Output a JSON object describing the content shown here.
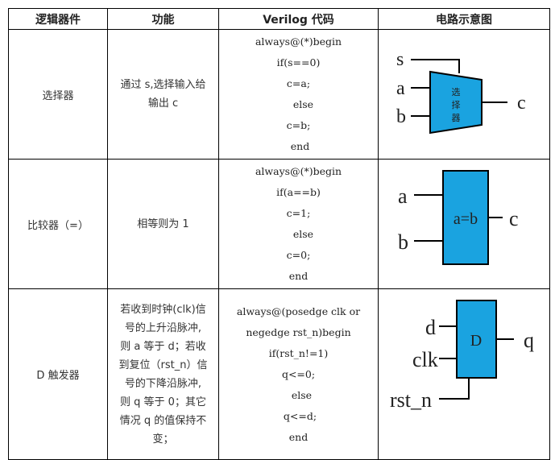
{
  "headers": [
    "逻辑器件",
    "功能",
    "Verilog 代码",
    "电路示意图"
  ],
  "rows": [
    {
      "component": "选择器",
      "function": [
        "通过 s,选择输入给",
        "输出 c"
      ],
      "code": [
        "always@(*)begin",
        "if(s==0)",
        "c=a;",
        "   else",
        "c=b;",
        " end"
      ],
      "diagram": {
        "inputs": [
          "s",
          "a",
          "b"
        ],
        "output": "c",
        "block_label": [
          "选",
          "择",
          "器"
        ]
      }
    },
    {
      "component": "比较器（=）",
      "function": [
        "相等则为 1"
      ],
      "code": [
        "always@(*)begin",
        "if(a==b)",
        "c=1;",
        "   else",
        "c=0;",
        "end"
      ],
      "diagram": {
        "inputs": [
          "a",
          "b"
        ],
        "output": "c",
        "block_label": "a=b"
      }
    },
    {
      "component": "D 触发器",
      "function": [
        "若收到时钟(clk)信",
        "号的上升沿脉冲,",
        "则 a 等于 d；若收",
        "到复位（rst_n）信",
        "号的下降沿脉冲,",
        "则 q 等于 0；其它",
        "情况 q 的值保持不",
        "变；"
      ],
      "code": [
        "always@(posedge clk or",
        "negedge rst_n)begin",
        "if(rst_n!=1)",
        "q<=0;",
        "  else",
        " q<=d;",
        "end"
      ],
      "diagram": {
        "inputs": [
          "d",
          "clk",
          "rst_n"
        ],
        "output": "q",
        "block_label": "D"
      }
    }
  ],
  "colors": {
    "block_fill": "#1aa3e0",
    "border": "#000000"
  }
}
